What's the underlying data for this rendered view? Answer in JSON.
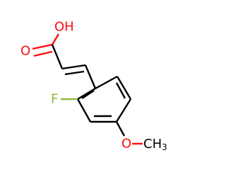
{
  "molecule": {
    "atoms": {
      "carbonyl_oxygen": "O",
      "hydroxyl": "OH",
      "fluorine": "F",
      "ether_oxygen": "O",
      "methyl_c": "CH",
      "methyl_sub": "3"
    },
    "colors": {
      "bond": "#000000",
      "oxygen": "#ff0d0d",
      "fluorine": "#8fb93a"
    }
  }
}
